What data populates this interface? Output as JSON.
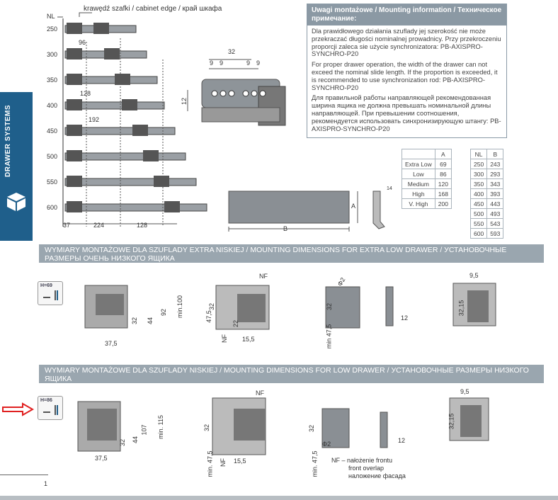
{
  "sidebar": {
    "label": "DRAWER SYSTEMS",
    "icon": "drawer-cube-icon"
  },
  "top_figure": {
    "cabinet_edge_label": "krawędź szafki / cabinet edge / край шкафа",
    "nl_header": "NL",
    "nl_values": [
      "250",
      "300",
      "350",
      "400",
      "450",
      "500",
      "550",
      "600"
    ],
    "offsets": [
      "96",
      "128",
      "192"
    ],
    "bottom_dims": [
      "37",
      "224",
      "128"
    ]
  },
  "sync_figure": {
    "dims": [
      "32",
      "9",
      "9",
      "9",
      "9",
      "12"
    ]
  },
  "note": {
    "title": "Uwagi montażowe / Mounting information / Техническое примечание:",
    "paragraphs": [
      "Dla prawidłowego działania szuflady jej szerokość nie może przekraczać długości nominalnej prowadnicy. Przy przekroczeniu proporcji zaleca sie użycie synchronizatora: PB-AXISPRO-SYNCHRO-P20",
      "For proper drawer operation, the width of the drawer can not exceed the nominal slide length. If the proportion is exceeded, it is recommended to use synchronization rod: PB-AXISPRO-SYNCHRO-P20",
      "Для правильной работы направляющей рекомендованная ширина ящика не должна превышать номинальной длины направляющей. При превышении соотношения, рекомендуется использовать синхронизирующую штангу: PB-AXISPRO-SYNCHRO-P20"
    ]
  },
  "table_a": {
    "headers": [
      "",
      "A"
    ],
    "rows": [
      [
        "Extra Low",
        "69"
      ],
      [
        "Low",
        "86"
      ],
      [
        "Medium",
        "120"
      ],
      [
        "High",
        "168"
      ],
      [
        "V. High",
        "200"
      ]
    ]
  },
  "table_b": {
    "headers": [
      "NL",
      "B"
    ],
    "rows": [
      [
        "250",
        "243"
      ],
      [
        "300",
        "293"
      ],
      [
        "350",
        "343"
      ],
      [
        "400",
        "393"
      ],
      [
        "450",
        "443"
      ],
      [
        "500",
        "493"
      ],
      [
        "550",
        "543"
      ],
      [
        "600",
        "593"
      ]
    ]
  },
  "panel_labels": {
    "a": "A",
    "b": "B",
    "t": "14"
  },
  "section1": {
    "title": "WYMIARY MONTAŻOWE DLA SZUFLADY EXTRA NISKIEJ / MOUNTING DIMENSIONS FOR EXTRA LOW DRAWER / УСТАНОВОЧНЫЕ РАЗМЕРЫ ОЧЕНЬ НИЗКОГО ЯЩИКА",
    "badge": "H=69",
    "dims": {
      "a": "37,5",
      "b": "32",
      "c": "44",
      "d": "92",
      "e": "min.100",
      "f": "47,5",
      "g": "32",
      "h": "22",
      "i": "15,5",
      "nf": "NF",
      "nf2": "NF",
      "phi": "Φ2",
      "j": "32",
      "k": "min 47,5",
      "l": "12",
      "m": "9,5",
      "n": "32,15"
    }
  },
  "section2": {
    "title": "WYMIARY MONTAŻOWE DLA SZUFLADY NISKIEJ / MOUNTING DIMENSIONS FOR LOW DRAWER / УСТАНОВОЧНЫЕ РАЗМЕРЫ НИЗКОГО ЯЩИКА",
    "badge": "H=86",
    "dims": {
      "a": "37,5",
      "b": "32",
      "c": "44",
      "d": "107",
      "e": "min. 115",
      "f": "32",
      "g": "min. 47,5",
      "h": "NF",
      "i": "15,5",
      "nf": "NF",
      "j": "32",
      "k": "Φ2",
      "l": "min. 47,5",
      "m": "12",
      "n": "9,5",
      "o": "32,15"
    },
    "nf_note": [
      "NF – nałożenie frontu",
      "front overlap",
      "наложение фасада"
    ]
  },
  "footer": {
    "page": "1"
  },
  "colors": {
    "sidebar": "#1f5f8b",
    "band": "#9aa6af",
    "note_head": "#8b99a4",
    "arrow": "#e02020"
  }
}
